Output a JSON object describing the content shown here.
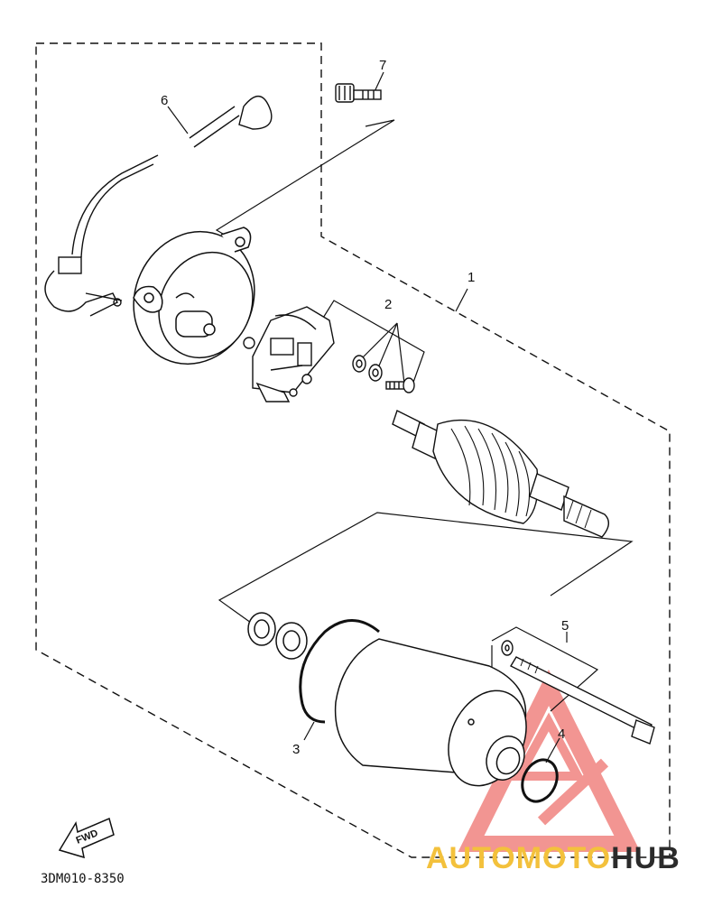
{
  "diagram": {
    "callouts": {
      "p1": "1",
      "p2": "2",
      "p3": "3",
      "p4": "4",
      "p5": "5",
      "p6": "6",
      "p7": "7"
    },
    "fwd_label": "FWD",
    "drawing_code": "3DM010-8350"
  },
  "watermark": {
    "part1": "AUTO",
    "part2": "MOTO",
    "part3": "HUB",
    "color_primary": "#f3c13c",
    "color_accent": "#e8403a",
    "color_dark": "#2b2b2b"
  }
}
